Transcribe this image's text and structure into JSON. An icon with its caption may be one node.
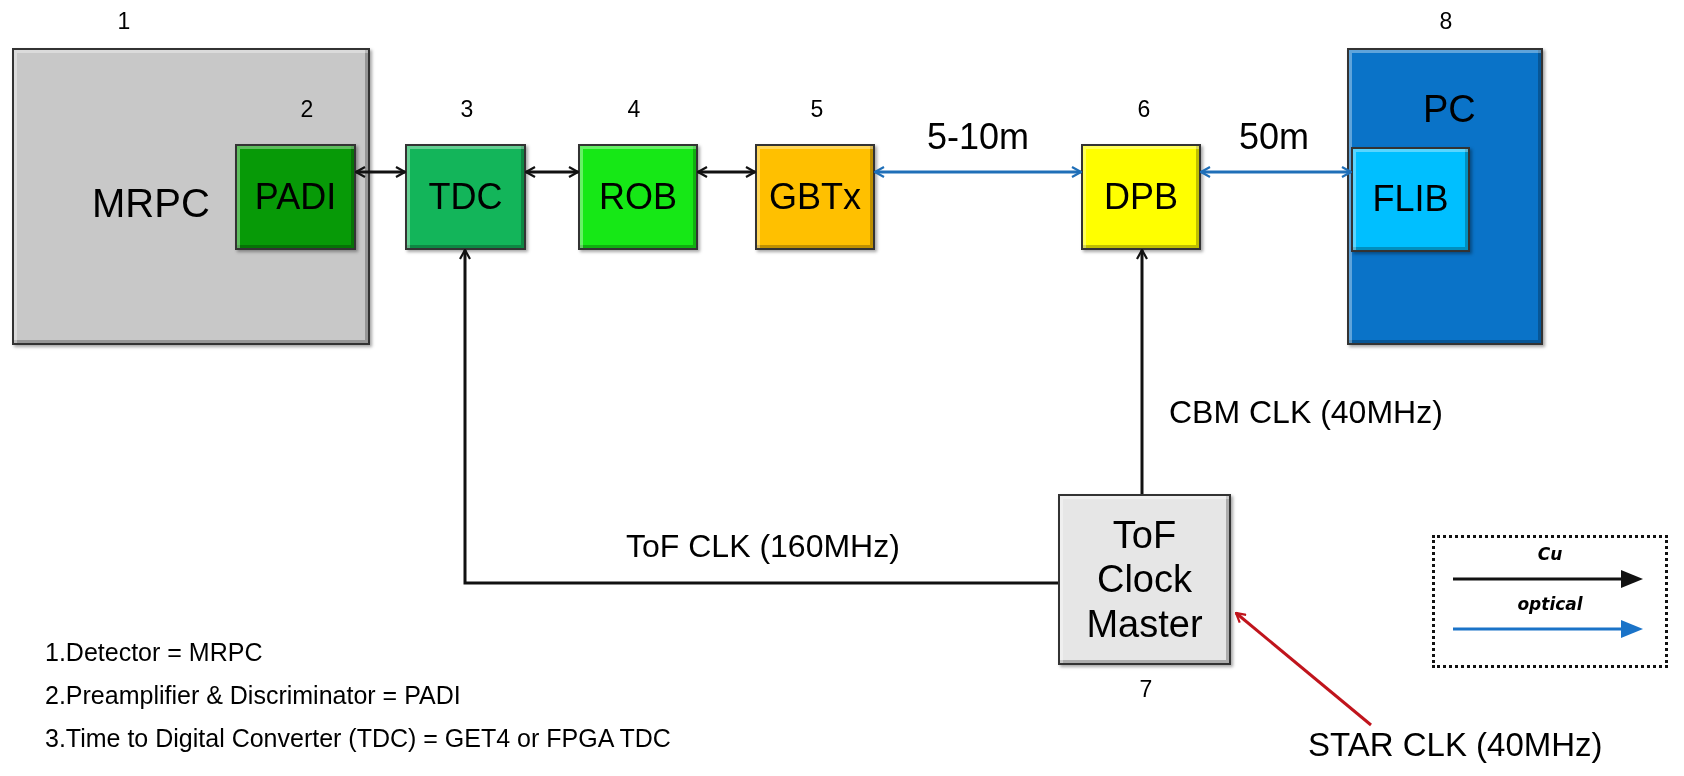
{
  "diagram": {
    "nodes": [
      {
        "text": [
          "MRPC"
        ],
        "beside": [
          "1"
        ]
      },
      {
        "text": [
          "PADI"
        ],
        "in": 0,
        "beside": [
          "2"
        ]
      },
      {
        "text": [
          "TDC"
        ],
        "beside": [
          "3"
        ]
      },
      {
        "text": [
          "ROB"
        ],
        "beside": [
          "4"
        ]
      },
      {
        "text": [
          "GBTx"
        ],
        "beside": [
          "5"
        ]
      },
      {
        "text": [
          "DPB"
        ],
        "beside": [
          "6"
        ]
      },
      {
        "text": [
          "PC"
        ],
        "beside": [
          "8"
        ]
      },
      {
        "text": [
          "FLIB"
        ],
        "in": 6
      },
      {
        "text": [
          "ToF Clock Master"
        ],
        "beside": [
          "7"
        ]
      },
      {
        "text": [
          "STAR CLK (40MHz)"
        ]
      }
    ],
    "edges": [
      {
        "from": 1,
        "to": 2,
        "arrow": "both"
      },
      {
        "from": 2,
        "to": 3,
        "arrow": "both"
      },
      {
        "from": 3,
        "to": 4,
        "arrow": "both"
      },
      {
        "from": 4,
        "to": 5,
        "arrow": "both",
        "label": "5-10m",
        "color": "#1f6fb8"
      },
      {
        "from": 5,
        "to": 7,
        "arrow": "both",
        "label": "50m",
        "color": "#1f6fb8"
      },
      {
        "from": 8,
        "to": 2,
        "arrow": "to",
        "label": "ToF CLK (160MHz)"
      },
      {
        "from": 8,
        "to": 5,
        "arrow": "to",
        "label": "CBM CLK (40MHz)"
      },
      {
        "from": 9,
        "to": 8,
        "arrow": "to",
        "color": "#c0141c"
      }
    ],
    "labels": [
      "1.Detector = MRPC",
      "2.Preamplifier & Discriminator = PADI",
      "3.Time to Digital Converter (TDC) = GET4 or FPGA TDC"
    ],
    "legend": [
      {
        "text": "Cu"
      },
      {
        "text": "optical"
      }
    ]
  }
}
